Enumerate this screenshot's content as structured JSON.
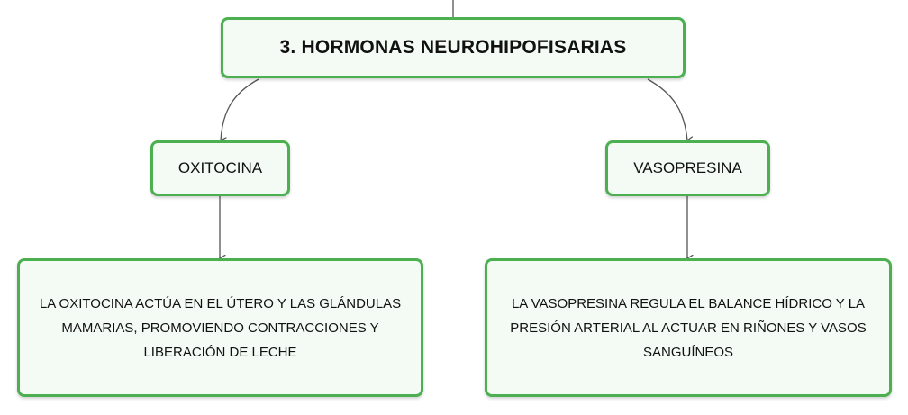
{
  "diagram": {
    "title": "3. HORMONAS NEUROHIPOFISARIAS",
    "left": {
      "label": "OXITOCINA",
      "description": "LA OXITOCINA ACTÚA EN EL ÚTERO Y LAS GLÁNDULAS MAMARIAS, PROMOVIENDO CONTRACCIONES Y LIBERACIÓN DE LECHE"
    },
    "right": {
      "label": "VASOPRESINA",
      "description": "LA VASOPRESINA REGULA EL BALANCE HÍDRICO Y LA PRESIÓN ARTERIAL AL ACTUAR EN RIÑONES Y VASOS SANGUÍNEOS"
    }
  },
  "colors": {
    "node_border": "#4caf50",
    "node_fill": "#f3fbf4",
    "connector": "#555555"
  }
}
